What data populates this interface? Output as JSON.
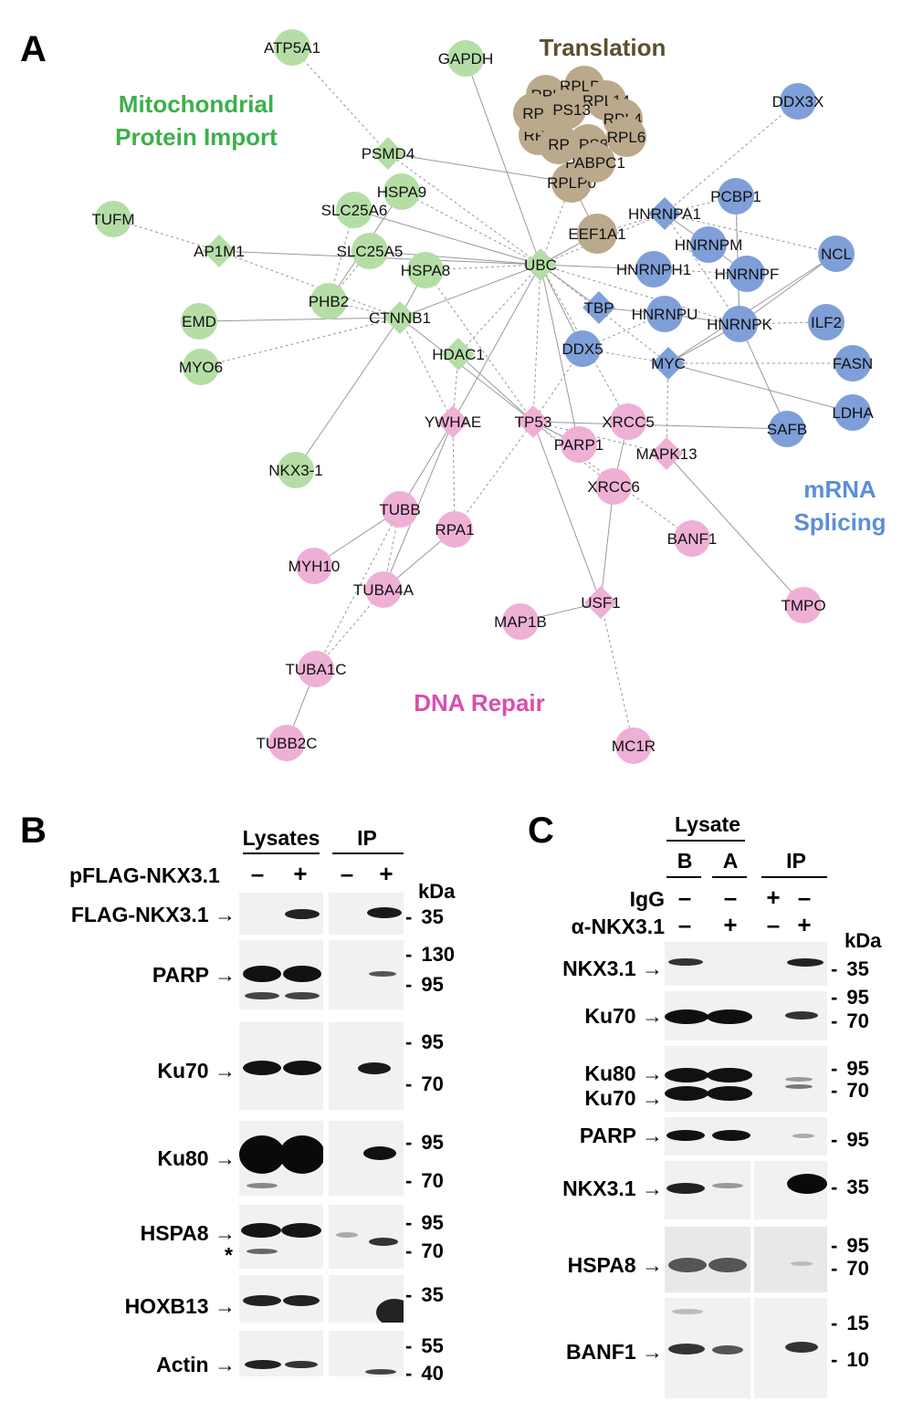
{
  "panelA": {
    "letter": "A",
    "clusters": {
      "translation": {
        "label": "Translation",
        "color": "#5a5030"
      },
      "mito": {
        "label": "Mitochondrial\nProtein Import",
        "color": "#3cb04a"
      },
      "mrna": {
        "label": "mRNA\nSplicing",
        "color": "#5b8fd6"
      },
      "dna": {
        "label": "DNA Repair",
        "color": "#d94fb0"
      }
    },
    "colors": {
      "green": "#b4dea6",
      "brown": "#bba98c",
      "blue": "#7e9fd8",
      "pink": "#efb0d6",
      "edge": "#999999"
    },
    "nodes": [
      {
        "id": "ATP5A1",
        "label": "ATP5A1",
        "g": "green",
        "shape": "circle"
      },
      {
        "id": "GAPDH",
        "label": "GAPDH",
        "g": "green",
        "shape": "circle"
      },
      {
        "id": "PSMD4",
        "label": "PSMD4",
        "g": "green",
        "shape": "diamond"
      },
      {
        "id": "HSPA9",
        "label": "HSPA9",
        "g": "green",
        "shape": "circle"
      },
      {
        "id": "SLC25A6",
        "label": "SLC25A6",
        "g": "green",
        "shape": "circle"
      },
      {
        "id": "TUFM",
        "label": "TUFM",
        "g": "green",
        "shape": "circle"
      },
      {
        "id": "AP1M1",
        "label": "AP1M1",
        "g": "green",
        "shape": "diamond"
      },
      {
        "id": "SLC25A5",
        "label": "SLC25A5",
        "g": "green",
        "shape": "circle"
      },
      {
        "id": "HSPA8",
        "label": "HSPA8",
        "g": "green",
        "shape": "circle"
      },
      {
        "id": "UBC",
        "label": "UBC",
        "g": "green",
        "shape": "diamond"
      },
      {
        "id": "PHB2",
        "label": "PHB2",
        "g": "green",
        "shape": "circle"
      },
      {
        "id": "EMD",
        "label": "EMD",
        "g": "green",
        "shape": "circle"
      },
      {
        "id": "CTNNB1",
        "label": "CTNNB1",
        "g": "green",
        "shape": "diamond"
      },
      {
        "id": "MYO6",
        "label": "MYO6",
        "g": "green",
        "shape": "circle"
      },
      {
        "id": "HDAC1",
        "label": "HDAC1",
        "g": "green",
        "shape": "diamond"
      },
      {
        "id": "NKX3-1",
        "label": "NKX3-1",
        "g": "green",
        "shape": "circle"
      },
      {
        "id": "RPLP0",
        "label": "RPLP0",
        "g": "brown",
        "shape": "circle"
      },
      {
        "id": "EEF1A1",
        "label": "EEF1A1",
        "g": "brown",
        "shape": "circle"
      },
      {
        "id": "RPL1",
        "label": "RPL",
        "g": "brown",
        "shape": "circle"
      },
      {
        "id": "RPL2",
        "label": "RPLP2",
        "g": "brown",
        "shape": "circle"
      },
      {
        "id": "RPL3",
        "label": "RPL14",
        "g": "brown",
        "shape": "circle"
      },
      {
        "id": "RPS13",
        "label": "RPS13",
        "g": "brown",
        "shape": "circle"
      },
      {
        "id": "RPL4",
        "label": "RPL4",
        "g": "brown",
        "shape": "circle"
      },
      {
        "id": "RPS8",
        "label": "RPS8",
        "g": "brown",
        "shape": "circle"
      },
      {
        "id": "RPL6",
        "label": "RPL6",
        "g": "brown",
        "shape": "circle"
      },
      {
        "id": "PABPC1",
        "label": "PABPC1",
        "g": "brown",
        "shape": "circle"
      },
      {
        "id": "RPL7",
        "label": "RPL",
        "g": "brown",
        "shape": "circle"
      },
      {
        "id": "RPL8",
        "label": "RP",
        "g": "brown",
        "shape": "circle"
      },
      {
        "id": "RPL9",
        "label": "RP",
        "g": "brown",
        "shape": "circle"
      },
      {
        "id": "DDX3X",
        "label": "DDX3X",
        "g": "blue",
        "shape": "circle"
      },
      {
        "id": "PCBP1",
        "label": "PCBP1",
        "g": "blue",
        "shape": "circle"
      },
      {
        "id": "HNRNPA1",
        "label": "HNRNPA1",
        "g": "blue",
        "shape": "diamond"
      },
      {
        "id": "NCL",
        "label": "NCL",
        "g": "blue",
        "shape": "circle"
      },
      {
        "id": "HNRNPM",
        "label": "HNRNPM",
        "g": "blue",
        "shape": "circle"
      },
      {
        "id": "HNRNPH1",
        "label": "HNRNPH1",
        "g": "blue",
        "shape": "circle"
      },
      {
        "id": "HNRNPF",
        "label": "HNRNPF",
        "g": "blue",
        "shape": "circle"
      },
      {
        "id": "TBP",
        "label": "TBP",
        "g": "blue",
        "shape": "diamond"
      },
      {
        "id": "HNRNPU",
        "label": "HNRNPU",
        "g": "blue",
        "shape": "circle"
      },
      {
        "id": "HNRNPK",
        "label": "HNRNPK",
        "g": "blue",
        "shape": "circle"
      },
      {
        "id": "ILF2",
        "label": "ILF2",
        "g": "blue",
        "shape": "circle"
      },
      {
        "id": "DDX5",
        "label": "DDX5",
        "g": "blue",
        "shape": "circle"
      },
      {
        "id": "MYC",
        "label": "MYC",
        "g": "blue",
        "shape": "diamond"
      },
      {
        "id": "FASN",
        "label": "FASN",
        "g": "blue",
        "shape": "circle"
      },
      {
        "id": "LDHA",
        "label": "LDHA",
        "g": "blue",
        "shape": "circle"
      },
      {
        "id": "SAFB",
        "label": "SAFB",
        "g": "blue",
        "shape": "circle"
      },
      {
        "id": "YWHAE",
        "label": "YWHAE",
        "g": "pink",
        "shape": "diamond"
      },
      {
        "id": "TP53",
        "label": "TP53",
        "g": "pink",
        "shape": "diamond"
      },
      {
        "id": "XRCC5",
        "label": "XRCC5",
        "g": "pink",
        "shape": "circle"
      },
      {
        "id": "PARP1",
        "label": "PARP1",
        "g": "pink",
        "shape": "circle"
      },
      {
        "id": "MAPK13",
        "label": "MAPK13",
        "g": "pink",
        "shape": "diamond"
      },
      {
        "id": "XRCC6",
        "label": "XRCC6",
        "g": "pink",
        "shape": "circle"
      },
      {
        "id": "TUBB",
        "label": "TUBB",
        "g": "pink",
        "shape": "circle"
      },
      {
        "id": "RPA1",
        "label": "RPA1",
        "g": "pink",
        "shape": "circle"
      },
      {
        "id": "BANF1",
        "label": "BANF1",
        "g": "pink",
        "shape": "circle"
      },
      {
        "id": "MYH10",
        "label": "MYH10",
        "g": "pink",
        "shape": "circle"
      },
      {
        "id": "TUBA4A",
        "label": "TUBA4A",
        "g": "pink",
        "shape": "circle"
      },
      {
        "id": "USF1",
        "label": "USF1",
        "g": "pink",
        "shape": "diamond"
      },
      {
        "id": "TMPO",
        "label": "TMPO",
        "g": "pink",
        "shape": "circle"
      },
      {
        "id": "MAP1B",
        "label": "MAP1B",
        "g": "pink",
        "shape": "circle"
      },
      {
        "id": "TUBA1C",
        "label": "TUBA1C",
        "g": "pink",
        "shape": "circle"
      },
      {
        "id": "TUBB2C",
        "label": "TUBB2C",
        "g": "pink",
        "shape": "circle"
      },
      {
        "id": "MC1R",
        "label": "MC1R",
        "g": "pink",
        "shape": "circle"
      }
    ],
    "edges": [
      [
        "ATP5A1",
        "PSMD4"
      ],
      [
        "GAPDH",
        "UBC"
      ],
      [
        "PSMD4",
        "UBC"
      ],
      [
        "PSMD4",
        "RPLP0"
      ],
      [
        "HSPA9",
        "UBC"
      ],
      [
        "SLC25A6",
        "UBC"
      ],
      [
        "TUFM",
        "AP1M1"
      ],
      [
        "AP1M1",
        "UBC"
      ],
      [
        "AP1M1",
        "CTNNB1"
      ],
      [
        "SLC25A5",
        "UBC"
      ],
      [
        "HSPA8",
        "UBC"
      ],
      [
        "PHB2",
        "HSPA9"
      ],
      [
        "PHB2",
        "SLC25A5"
      ],
      [
        "EMD",
        "CTNNB1"
      ],
      [
        "CTNNB1",
        "MYO6"
      ],
      [
        "CTNNB1",
        "UBC"
      ],
      [
        "HDAC1",
        "UBC"
      ],
      [
        "HDAC1",
        "TP53"
      ],
      [
        "UBC",
        "RPLP0"
      ],
      [
        "UBC",
        "EEF1A1"
      ],
      [
        "UBC",
        "HNRNPA1"
      ],
      [
        "UBC",
        "HNRNPH1"
      ],
      [
        "UBC",
        "HNRNPK"
      ],
      [
        "UBC",
        "TBP"
      ],
      [
        "UBC",
        "TP53"
      ],
      [
        "UBC",
        "YWHAE"
      ],
      [
        "UBC",
        "XRCC5"
      ],
      [
        "UBC",
        "DDX5"
      ],
      [
        "UBC",
        "MYC"
      ],
      [
        "UBC",
        "PARP1"
      ],
      [
        "EEF1A1",
        "HNRNPA1"
      ],
      [
        "RPLP0",
        "EEF1A1"
      ],
      [
        "HNRNPA1",
        "PCBP1"
      ],
      [
        "HNRNPA1",
        "HNRNPM"
      ],
      [
        "HNRNPA1",
        "NCL"
      ],
      [
        "HNRNPM",
        "HNRNPF"
      ],
      [
        "HNRNPH1",
        "HNRNPF"
      ],
      [
        "HNRNPU",
        "HNRNPK"
      ],
      [
        "HNRNPK",
        "ILF2"
      ],
      [
        "HNRNPK",
        "NCL"
      ],
      [
        "HNRNPK",
        "PCBP1"
      ],
      [
        "MYC",
        "HNRNPK"
      ],
      [
        "MYC",
        "FASN"
      ],
      [
        "MYC",
        "LDHA"
      ],
      [
        "MYC",
        "DDX5"
      ],
      [
        "MYC",
        "NCL"
      ],
      [
        "DDX3X",
        "HNRNPA1"
      ],
      [
        "SAFB",
        "HNRNPK"
      ],
      [
        "TP53",
        "DDX5"
      ],
      [
        "TP53",
        "PARP1"
      ],
      [
        "TP53",
        "XRCC6"
      ],
      [
        "TP53",
        "USF1"
      ],
      [
        "TP53",
        "MAPK13"
      ],
      [
        "TP53",
        "SAFB"
      ],
      [
        "TP53",
        "RPA1"
      ],
      [
        "YWHAE",
        "TUBB"
      ],
      [
        "YWHAE",
        "RPA1"
      ],
      [
        "YWHAE",
        "TUBA4A"
      ],
      [
        "YWHAE",
        "CTNNB1"
      ],
      [
        "XRCC5",
        "XRCC6"
      ],
      [
        "MAPK13",
        "MYC"
      ],
      [
        "USF1",
        "XRCC6"
      ],
      [
        "USF1",
        "MC1R"
      ],
      [
        "USF1",
        "MAP1B"
      ],
      [
        "BANF1",
        "TP53"
      ],
      [
        "TMPO",
        "MAPK13"
      ],
      [
        "TUBB",
        "TUBA4A"
      ],
      [
        "TUBB",
        "MYH10"
      ],
      [
        "TUBA4A",
        "TUBA1C"
      ],
      [
        "TUBA1C",
        "TUBB2C"
      ],
      [
        "TUBB",
        "TUBA1C"
      ],
      [
        "RPA1",
        "TUBA4A"
      ],
      [
        "PHB2",
        "CTNNB1"
      ],
      [
        "HSPA8",
        "CTNNB1"
      ],
      [
        "SLC25A6",
        "PHB2"
      ],
      [
        "TBP",
        "HNRNPU"
      ],
      [
        "DDX5",
        "HNRNPU"
      ],
      [
        "NKX3-1",
        "CTNNB1"
      ],
      [
        "HDAC1",
        "YWHAE"
      ],
      [
        "CTNNB1",
        "TP53"
      ],
      [
        "HNRNPA1",
        "HNRNPK"
      ],
      [
        "PCBP1",
        "HNRNPK"
      ],
      [
        "HSPA8",
        "TP53"
      ]
    ]
  },
  "panelB": {
    "letter": "B",
    "headers": {
      "lysates": "Lysates",
      "ip": "IP",
      "kda": "kDa"
    },
    "treatment": {
      "label": "pFLAG-NKX3.1",
      "signs": [
        "–",
        "+",
        "–",
        "+"
      ]
    },
    "rows": [
      {
        "label": "FLAG-NKX3.1 →",
        "markers": [
          "35"
        ]
      },
      {
        "label": "PARP →",
        "markers": [
          "130",
          "95"
        ]
      },
      {
        "label": "Ku70 →",
        "markers": [
          "95",
          "70"
        ]
      },
      {
        "label": "Ku80 →",
        "markers": [
          "95",
          "70"
        ]
      },
      {
        "label": "HSPA8 →",
        "markers": [
          "95",
          "70"
        ],
        "star": "*"
      },
      {
        "label": "HOXB13 →",
        "markers": [
          "35"
        ]
      },
      {
        "label": "Actin →",
        "markers": [
          "55",
          "40"
        ]
      }
    ]
  },
  "panelC": {
    "letter": "C",
    "headers": {
      "lysate": "Lysate",
      "b": "B",
      "a": "A",
      "ip": "IP",
      "kda": "kDa"
    },
    "treatments": [
      {
        "label": "IgG",
        "signs": [
          "–",
          "–",
          "+",
          "–"
        ]
      },
      {
        "label": "α-NKX3.1",
        "signs": [
          "–",
          "+",
          "–",
          "+"
        ]
      }
    ],
    "rows": [
      {
        "label": "NKX3.1 →",
        "markers": [
          "35"
        ]
      },
      {
        "label": "Ku70 →",
        "markers": [
          "95",
          "70"
        ]
      },
      {
        "label": "Ku80 →",
        "label2": "Ku70 →",
        "markers": [
          "95",
          "70"
        ]
      },
      {
        "label": "PARP →",
        "markers": [
          "95"
        ]
      },
      {
        "label": "NKX3.1 →",
        "markers": [
          "35"
        ]
      },
      {
        "label": "HSPA8 →",
        "markers": [
          "95",
          "70"
        ]
      },
      {
        "label": "BANF1 →",
        "markers": [
          "15",
          "10"
        ]
      }
    ]
  }
}
